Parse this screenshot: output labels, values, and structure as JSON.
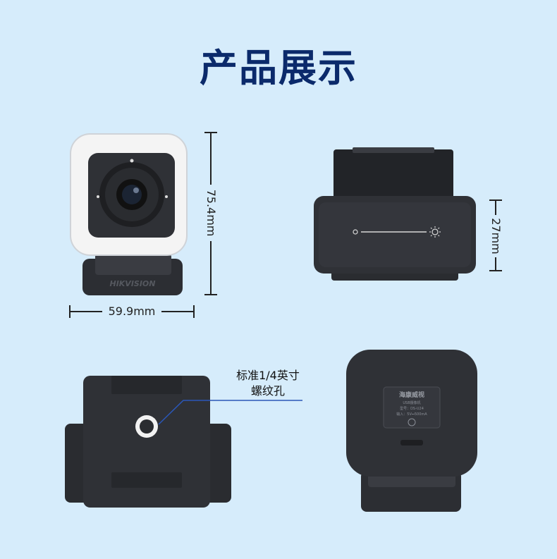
{
  "title": "产品展示",
  "front_view": {
    "logo_text": "HIKVISION",
    "height_label": "75.4mm",
    "width_label": "59.9mm"
  },
  "top_view": {
    "depth_label": "27mm"
  },
  "bottom_view": {
    "callout_line1": "标准1/4英寸",
    "callout_line2": "螺纹孔"
  },
  "rear_view": {
    "brand": "海康威视",
    "product": "USB摄像机",
    "model": "型号：DS-U24",
    "input": "输入：5V⎓500mA"
  },
  "colors": {
    "background": "#d6ecfb",
    "title": "#0b2a6b",
    "device_body": "#2c2e33",
    "callout_line": "#2b57b8"
  }
}
